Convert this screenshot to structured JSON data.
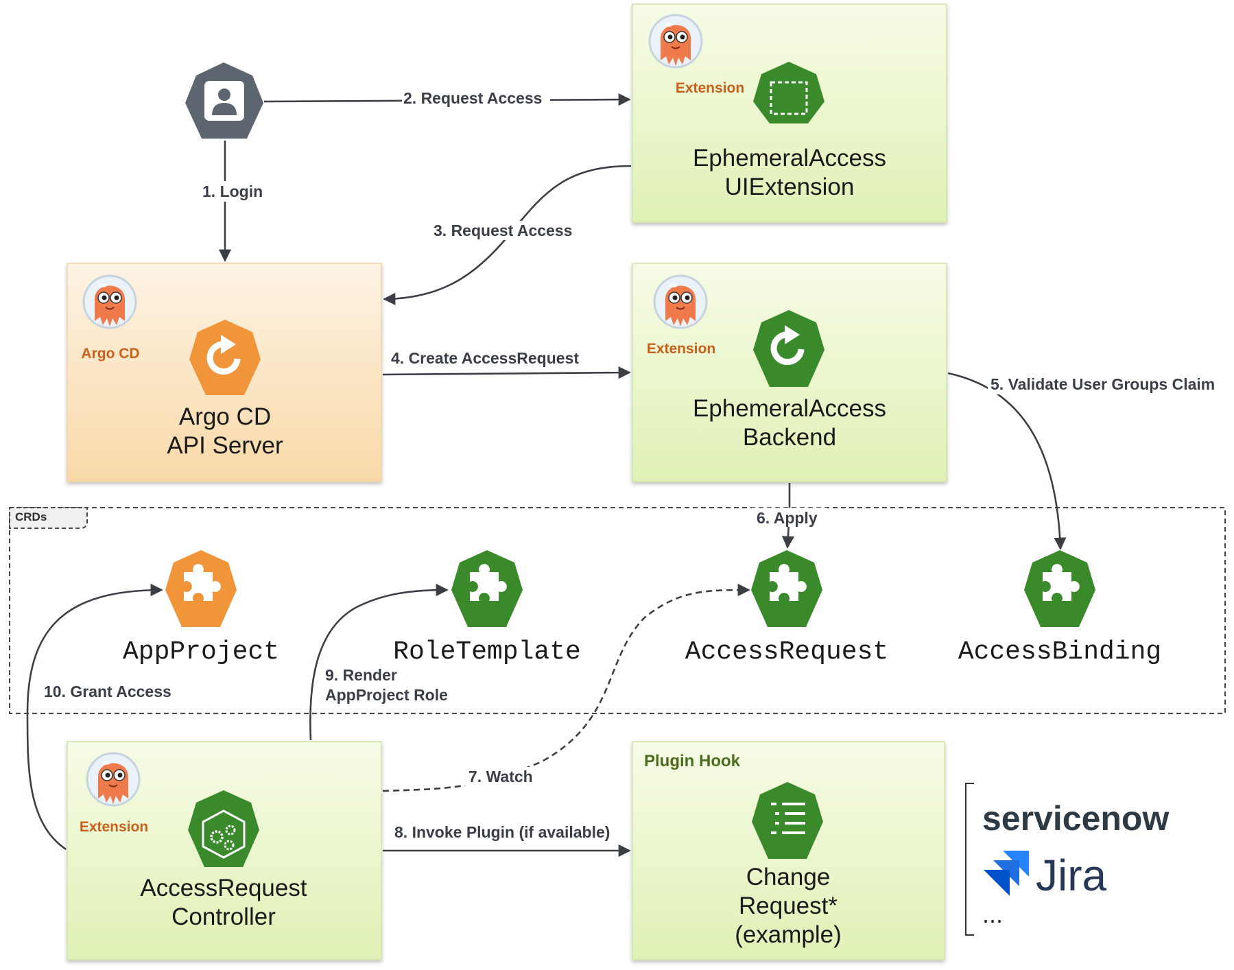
{
  "nodes": {
    "ui_extension": {
      "tag": "Extension",
      "line1": "EphemeralAccess",
      "line2": "UIExtension"
    },
    "api_server": {
      "tag": "Argo CD",
      "line1": "Argo CD",
      "line2": "API Server"
    },
    "backend": {
      "tag": "Extension",
      "line1": "EphemeralAccess",
      "line2": "Backend"
    },
    "controller": {
      "tag": "Extension",
      "line1": "AccessRequest",
      "line2": "Controller"
    },
    "plugin_hook": {
      "title": "Plugin Hook",
      "line1": "Change",
      "line2": "Request*",
      "line3": "(example)"
    }
  },
  "crds": {
    "group_label": "CRDs",
    "items": [
      "AppProject",
      "RoleTemplate",
      "AccessRequest",
      "AccessBinding"
    ]
  },
  "edges": {
    "e1": "1. Login",
    "e2": "2. Request Access",
    "e3": "3. Request Access",
    "e4": "4. Create AccessRequest",
    "e5": "5. Validate User Groups Claim",
    "e6": "6. Apply",
    "e7": "7. Watch",
    "e8": "8. Invoke Plugin (if available)",
    "e9_line1": "9. Render",
    "e9_line2": "AppProject Role",
    "e10": "10. Grant Access"
  },
  "plugins": {
    "brand1": "servicenow",
    "brand2": "Jira",
    "more": "..."
  },
  "colors": {
    "green_icon": "#3a8a2c",
    "orange_icon": "#f0953a",
    "user_icon": "#5d6570",
    "green_box_top": "#f6fbe6",
    "green_box_bottom": "#e0f1b6",
    "orange_box_top": "#fdf3e4",
    "orange_box_bottom": "#f9d9a8",
    "tag_orange": "#c8601a"
  },
  "icons": [
    "user-icon",
    "argo-mascot-icon",
    "sync-icon",
    "square-icon",
    "puzzle-icon",
    "gears-icon",
    "list-icon",
    "jira-logo-icon"
  ]
}
